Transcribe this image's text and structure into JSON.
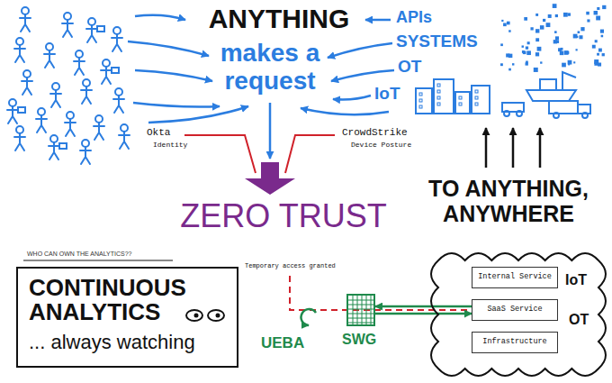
{
  "diagram": {
    "nodes": [
      {
        "text": [
          "CONTINUOUS ANALYTICS",
          "... always watching"
        ]
      },
      {
        "text": [
          "SWG"
        ]
      },
      {
        "text": [
          "IoT",
          "OT"
        ]
      },
      {
        "text": [
          "Internal Service"
        ],
        "in": 2
      },
      {
        "text": [
          "SaaS Service"
        ],
        "in": 2
      },
      {
        "text": [
          "Infrastructure"
        ],
        "in": 2
      }
    ],
    "edges": [
      {
        "from": 4,
        "to": 1,
        "arrow": "to"
      },
      {
        "from": 1,
        "to": 4,
        "arrow": "to"
      }
    ],
    "labels": [
      "ANYTHING",
      "makes a request",
      "APIs",
      "SYSTEMS",
      "OT",
      "IoT",
      "Okta",
      "Identity",
      "CrowdStrike",
      "Device Posture",
      "ZERO TRUST",
      "TO ANYTHING, ANYWHERE",
      "WHO CAN OWN THE ANALYTICS??",
      "Temporary access granted",
      "UEBA"
    ]
  }
}
